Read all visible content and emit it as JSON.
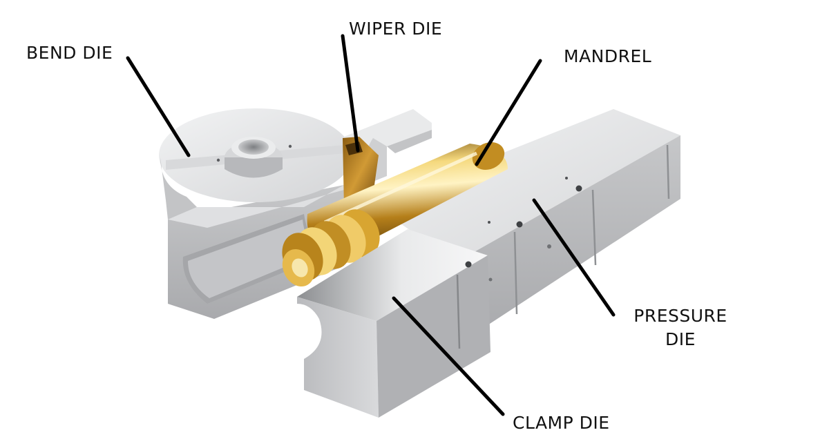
{
  "labels": {
    "bend_die": "BEND DIE",
    "wiper_die": "WIPER DIE",
    "mandrel": "MANDREL",
    "pressure_die_line1": "PRESSURE",
    "pressure_die_line2": "DIE",
    "clamp_die": "CLAMP DIE"
  },
  "colors": {
    "background": "#ffffff",
    "steel": "#c9cacc",
    "steel_light": "#e6e7e8",
    "steel_dark": "#8e9093",
    "brass": "#c08a1f",
    "brass_light": "#f3d37a",
    "brass_dark": "#6b4a10",
    "leader": "#000000",
    "text": "#111111"
  }
}
